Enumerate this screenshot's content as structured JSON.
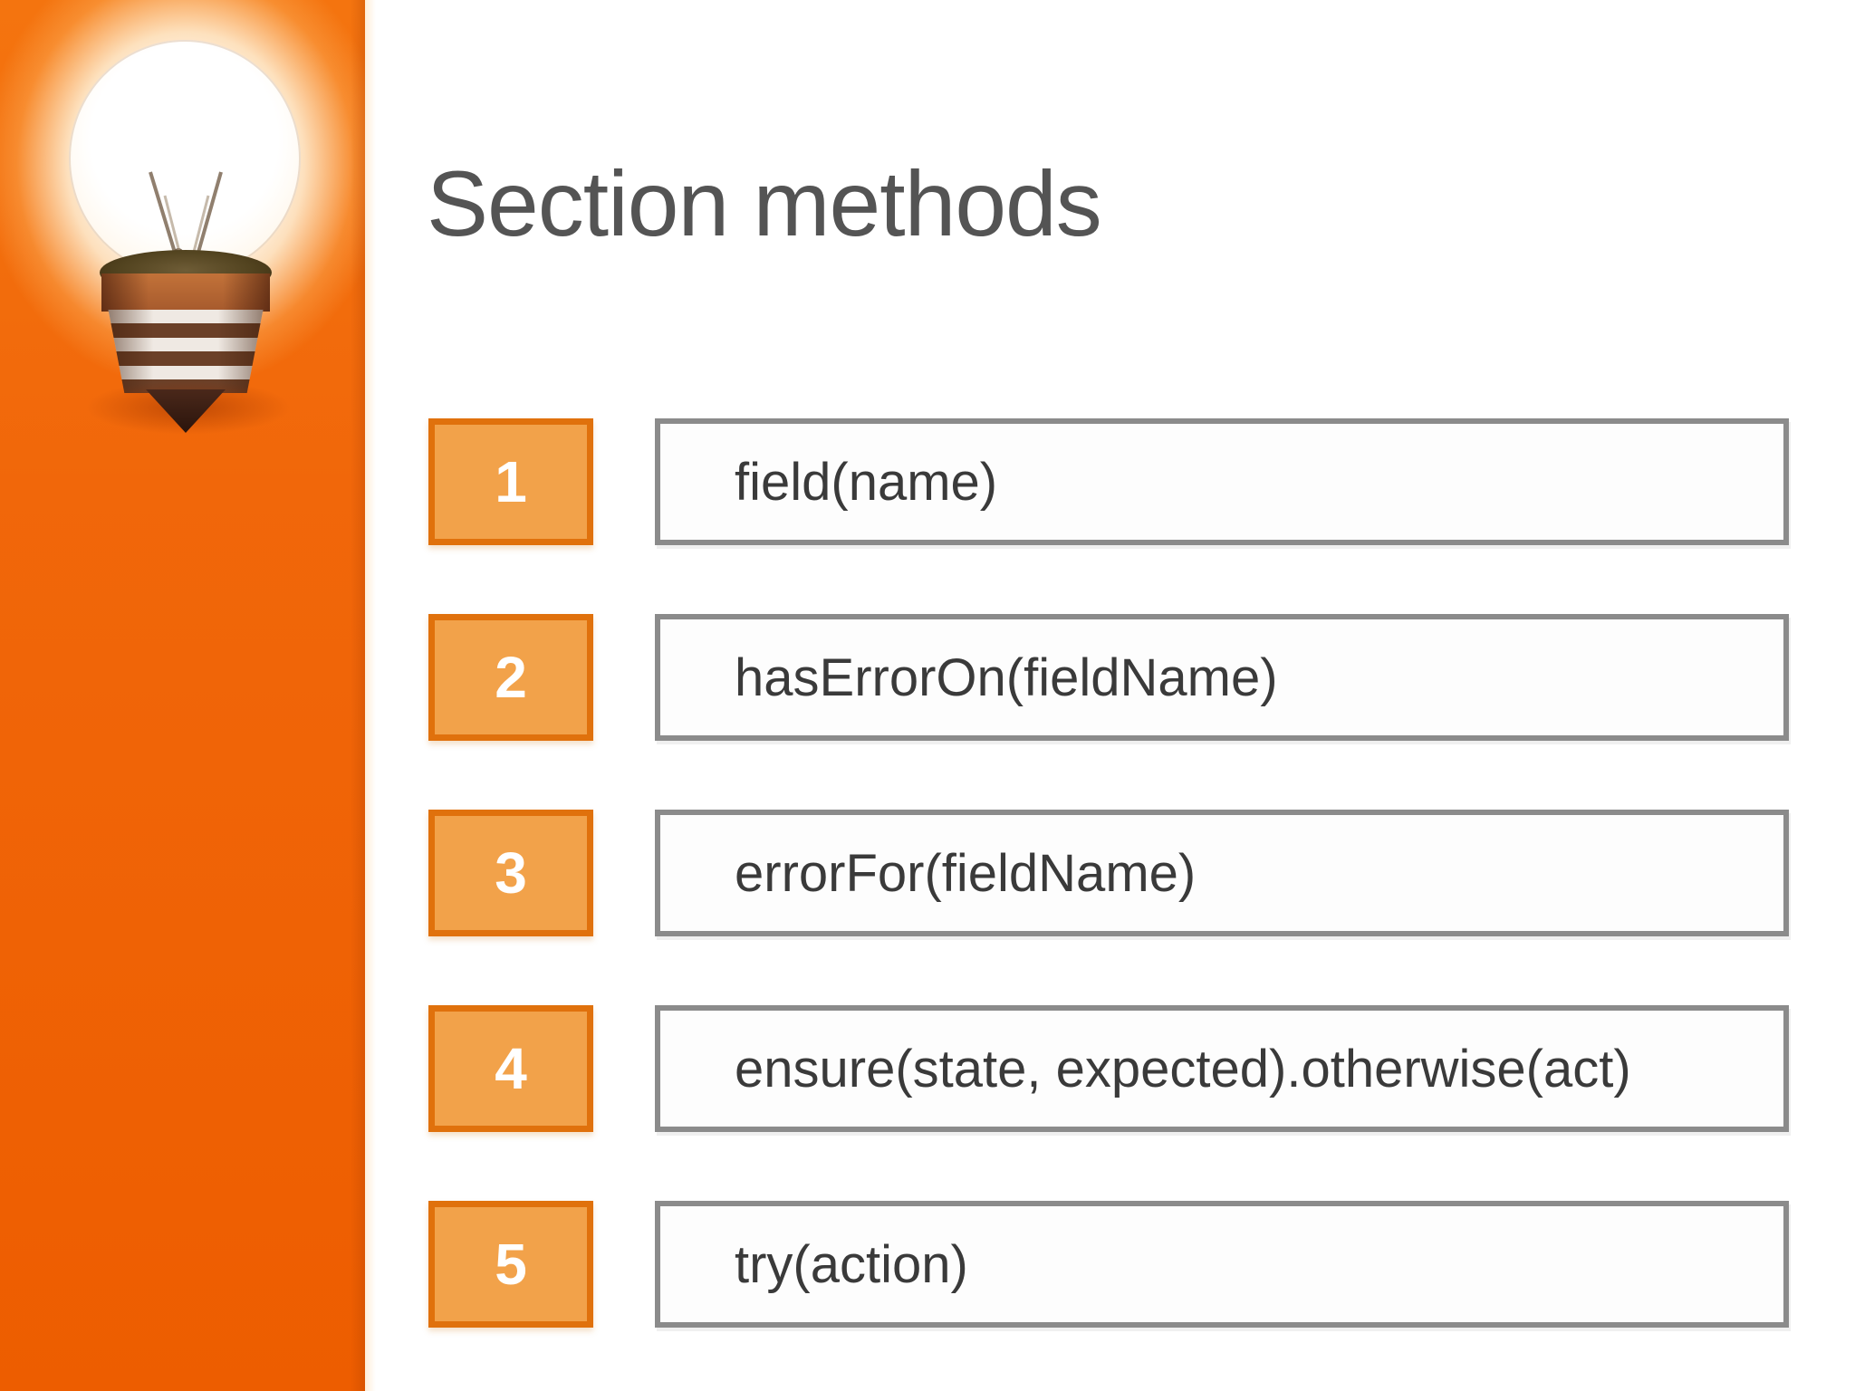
{
  "slide": {
    "title": "Section methods",
    "items": [
      {
        "number": "1",
        "label": "field(name)"
      },
      {
        "number": "2",
        "label": "hasErrorOn(fieldName)"
      },
      {
        "number": "3",
        "label": "errorFor(fieldName)"
      },
      {
        "number": "4",
        "label": "ensure(state, expected).otherwise(act)"
      },
      {
        "number": "5",
        "label": "try(action)"
      }
    ]
  },
  "sidebar": {
    "image": "glowing-light-bulb-photo"
  },
  "colors": {
    "sidebar_orange": "#f1650a",
    "sidebar_orange_dark": "#ed5d00",
    "number_box_fill": "#f2a24a",
    "number_box_border": "#e0710c",
    "number_text": "#ffffff",
    "text_box_fill": "#fdfdfd",
    "text_box_border": "#8b8b8b",
    "title_text": "#545454",
    "item_text": "#3a3a3a"
  }
}
